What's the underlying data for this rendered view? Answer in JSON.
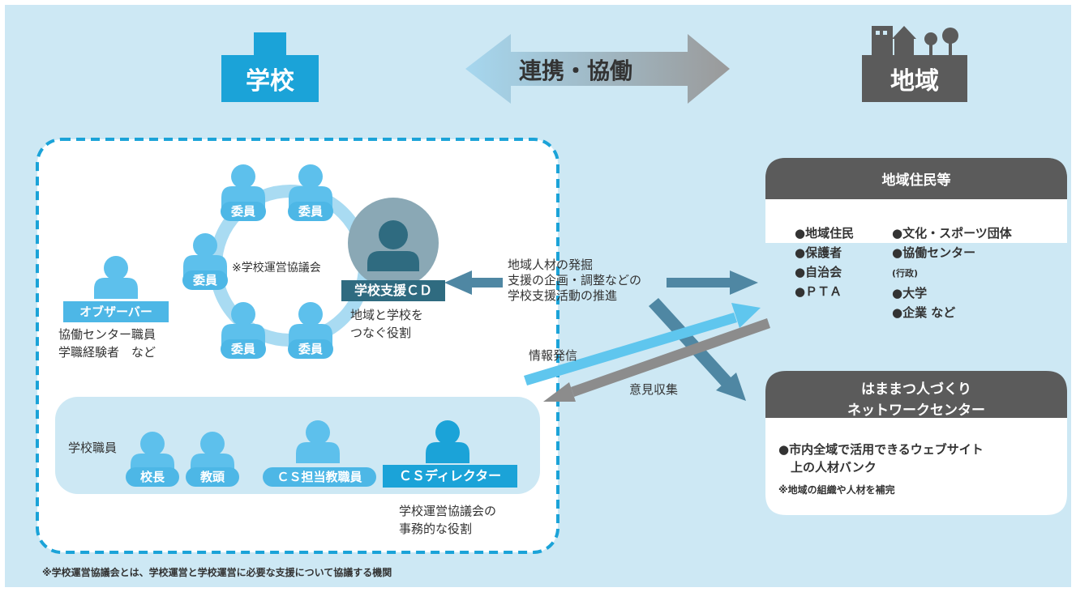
{
  "header": {
    "school": "学校",
    "cooperation": "連携・協働",
    "region": "地域"
  },
  "school_side": {
    "committee_members": [
      "委員",
      "委員",
      "委員",
      "委員",
      "委員"
    ],
    "council_label": "※学校運営協議会",
    "cd_badge": "学校支援ＣＤ",
    "cd_role": [
      "地域と学校を",
      "つなぐ役割"
    ],
    "observer_badge": "オブザーバー",
    "observer_desc": [
      "協働センター職員",
      "学職経験者　など"
    ]
  },
  "staff": {
    "label": "学校職員",
    "principal": "校長",
    "vice_principal": "教頭",
    "cs_teacher": "ＣＳ担当教職員",
    "cs_director": "ＣＳディレクター",
    "director_role": [
      "学校運営協議会の",
      "事務的な役割"
    ]
  },
  "arrows": {
    "roles": [
      "地域人材の発掘",
      "支援の企画・調整などの",
      "学校支援活動の推進"
    ],
    "info": "情報発信",
    "opinion": "意見収集"
  },
  "residents": {
    "title": "地域住民等",
    "left_items": [
      "●地域住民",
      "●保護者",
      "●自治会",
      "●ＰＴＡ"
    ],
    "right_items": [
      "●文化・スポーツ団体",
      "●協働センター",
      "●大学",
      "●企業 など"
    ],
    "right_note": "(行政)"
  },
  "network": {
    "title": [
      "はままつ人づくり",
      "ネットワークセンター"
    ],
    "item": [
      "●市内全域で活用できるウェブサイト",
      "上の人材バンク"
    ],
    "note": "※地域の組織や人材を補完"
  },
  "footnote": "※学校運営協議会とは、学校運営と学校運営に必要な支援について協議する機関",
  "colors": {
    "background": "#cde8f4",
    "school_blue": "#1ba3d8",
    "region_gray": "#5b5b5b",
    "person_light": "#5dc0ec",
    "person_mid": "#4db7e6",
    "cd_dark": "#2f6b80",
    "arrow_steel": "#4f87a3",
    "arrow_light": "#5fc6ee",
    "arrow_gray": "#8c8c8c"
  }
}
